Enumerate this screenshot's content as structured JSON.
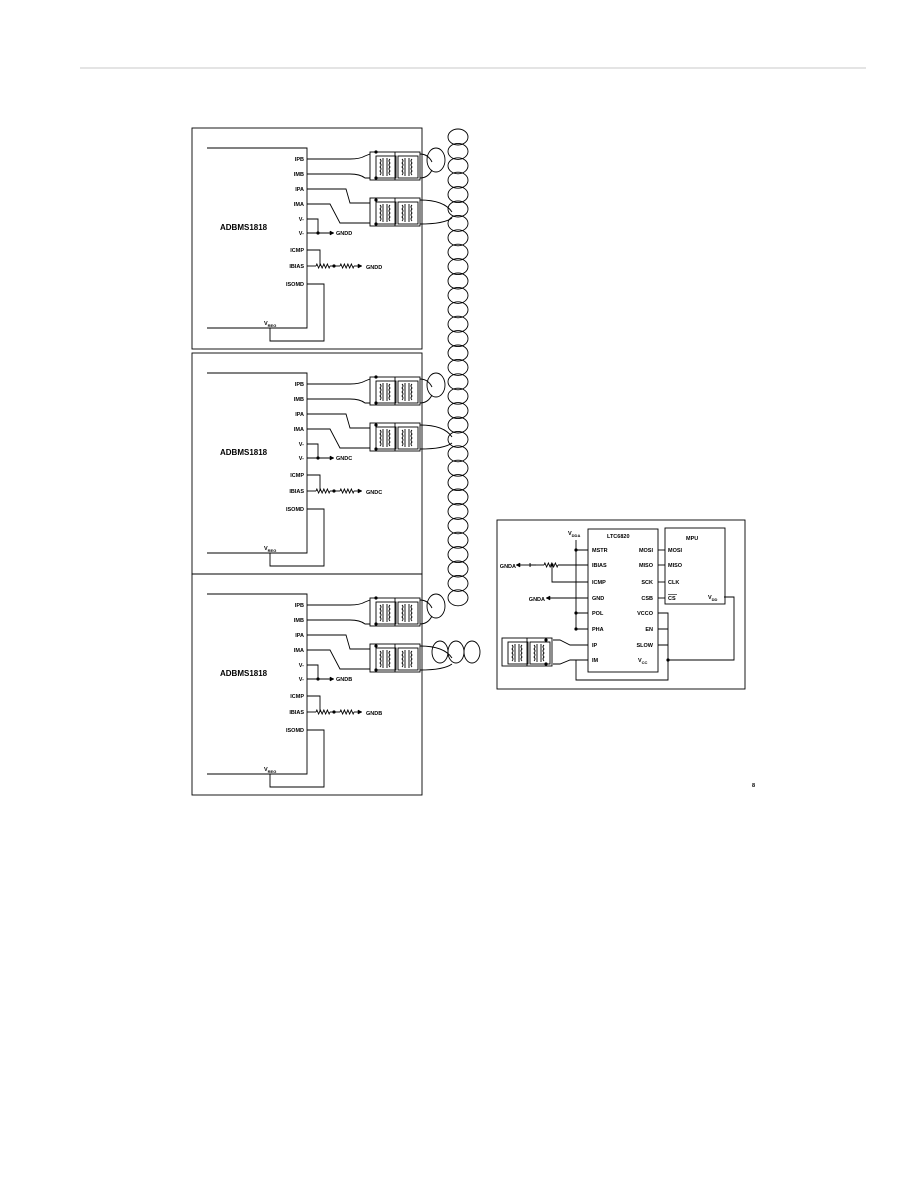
{
  "modules": [
    {
      "name": "ADBMS1818",
      "pins": [
        "IPB",
        "IMB",
        "IPA",
        "IMA",
        "V-",
        "V-",
        "ICMP",
        "IBIAS",
        "ISOMD"
      ],
      "vreg": {
        "main": "V",
        "sub": "REG"
      },
      "gnd_label": "GNDD",
      "gnd_label2": "GNDD"
    },
    {
      "name": "ADBMS1818",
      "pins": [
        "IPB",
        "IMB",
        "IPA",
        "IMA",
        "V-",
        "V-",
        "ICMP",
        "IBIAS",
        "ISOMD"
      ],
      "vreg": {
        "main": "V",
        "sub": "REG"
      },
      "gnd_label": "GNDC",
      "gnd_label2": "GNDC"
    },
    {
      "name": "ADBMS1818",
      "pins": [
        "IPB",
        "IMB",
        "IPA",
        "IMA",
        "V-",
        "V-",
        "ICMP",
        "IBIAS",
        "ISOMD"
      ],
      "vreg": {
        "main": "V",
        "sub": "REG"
      },
      "gnd_label": "GNDB",
      "gnd_label2": "GNDB"
    }
  ],
  "controller": {
    "vdda": {
      "main": "V",
      "sub": "DDA"
    },
    "chip": "LTC6820",
    "left_pins": [
      "MSTR",
      "IBIAS",
      "ICMP",
      "GND",
      "POL",
      "PHA",
      "IP",
      "IM"
    ],
    "right_pins": [
      "MOSI",
      "MISO",
      "SCK",
      "CSB",
      "VCCO",
      "EN",
      "SLOW"
    ],
    "vcc": {
      "main": "V",
      "sub": "CC"
    },
    "gnda_1": "GNDA",
    "gnda_2": "GNDA",
    "mpu": {
      "title": "MPU",
      "pins": [
        "MOSI",
        "MISO",
        "CLK",
        "CS"
      ],
      "vdd": {
        "main": "V",
        "sub": "DD"
      }
    }
  },
  "page_mark": "8"
}
